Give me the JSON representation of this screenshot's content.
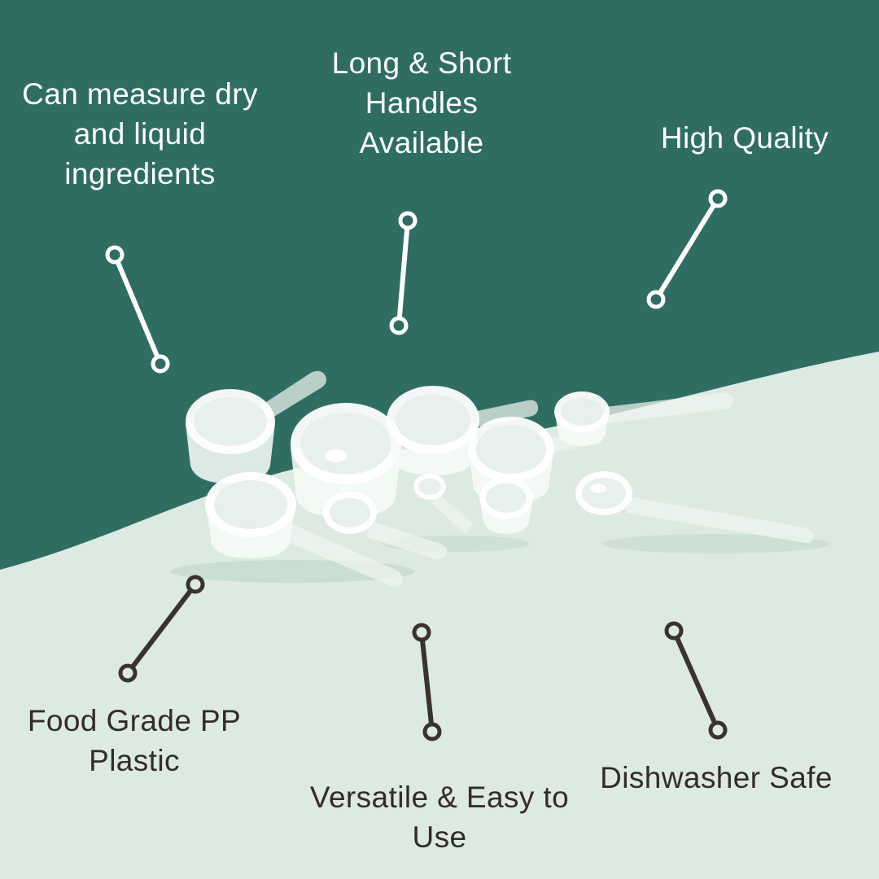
{
  "colors": {
    "bg-top": "#2f6d63",
    "bg-bottom": "#dceae2",
    "text-light": "#ffffff",
    "text-dark": "#332c26",
    "connector-dark": "#3a332b"
  },
  "product": {
    "name": "white-plastic-measuring-scoops-and-spoons"
  },
  "callouts": {
    "measure": {
      "label": "Can measure dry\nand liquid\ningredients"
    },
    "handles": {
      "label": "Long & Short\nHandles\nAvailable"
    },
    "quality": {
      "label": "High Quality"
    },
    "plastic": {
      "label": "Food Grade PP\nPlastic"
    },
    "versatile": {
      "label": "Versatile & Easy to\nUse"
    },
    "dishwasher": {
      "label": "Dishwasher Safe"
    }
  }
}
